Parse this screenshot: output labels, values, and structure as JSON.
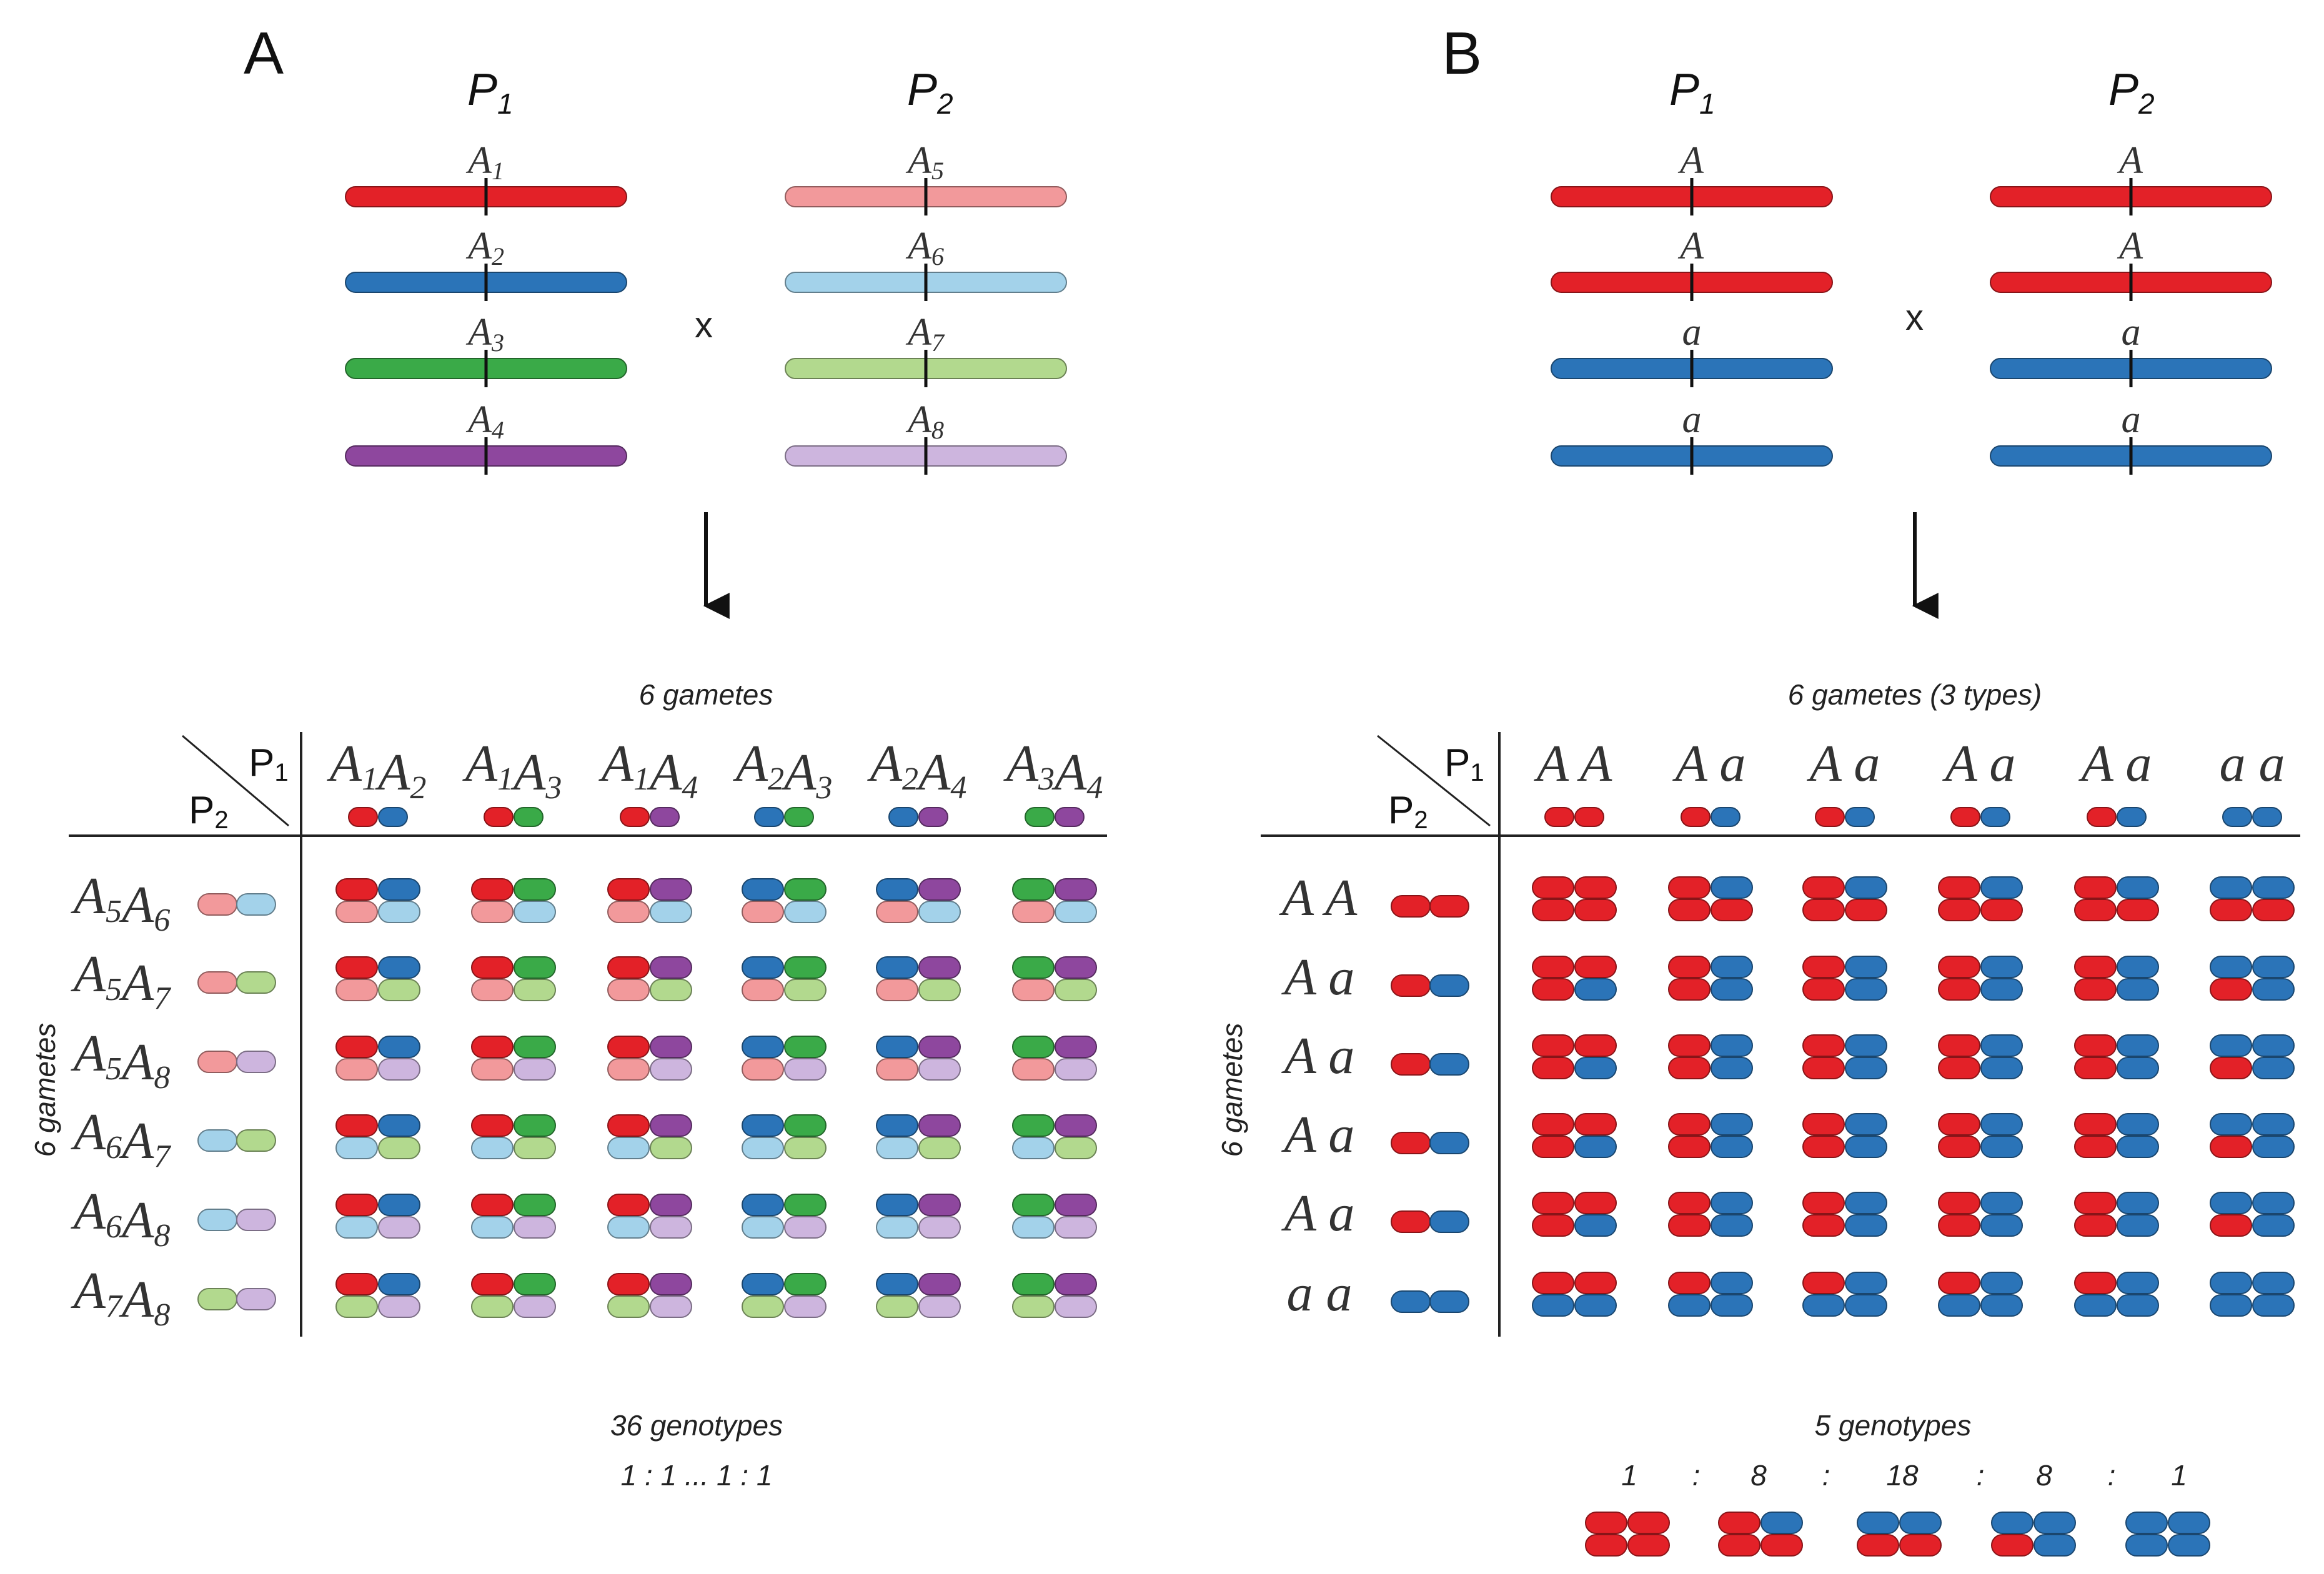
{
  "colors": {
    "A1": "#e32128",
    "A2": "#2b74b8",
    "A3": "#3aaa48",
    "A4": "#8e479e",
    "A5": "#f2999b",
    "A6": "#a3d2ea",
    "A7": "#b2d98e",
    "A8": "#cdb5de",
    "A": "#e32128",
    "a": "#2b74b8"
  },
  "panelA": {
    "letter": "A",
    "p1_label": "P",
    "p1_sub": "1",
    "p2_label": "P",
    "p2_sub": "2",
    "cross": "x",
    "p1_chromosomes": [
      {
        "name": "A",
        "sub": "1",
        "color_key": "A1"
      },
      {
        "name": "A",
        "sub": "2",
        "color_key": "A2"
      },
      {
        "name": "A",
        "sub": "3",
        "color_key": "A3"
      },
      {
        "name": "A",
        "sub": "4",
        "color_key": "A4"
      }
    ],
    "p2_chromosomes": [
      {
        "name": "A",
        "sub": "5",
        "color_key": "A5"
      },
      {
        "name": "A",
        "sub": "6",
        "color_key": "A6"
      },
      {
        "name": "A",
        "sub": "7",
        "color_key": "A7"
      },
      {
        "name": "A",
        "sub": "8",
        "color_key": "A8"
      }
    ],
    "gametes_caption_top": "6 gametes",
    "gametes_caption_side": "6 gametes",
    "corner_p1": "P",
    "corner_p1_sub": "1",
    "corner_p2": "P",
    "corner_p2_sub": "2",
    "col_gametes": [
      [
        "A1",
        "A2"
      ],
      [
        "A1",
        "A3"
      ],
      [
        "A1",
        "A4"
      ],
      [
        "A2",
        "A3"
      ],
      [
        "A2",
        "A4"
      ],
      [
        "A3",
        "A4"
      ]
    ],
    "row_gametes": [
      [
        "A5",
        "A6"
      ],
      [
        "A5",
        "A7"
      ],
      [
        "A5",
        "A8"
      ],
      [
        "A6",
        "A7"
      ],
      [
        "A6",
        "A8"
      ],
      [
        "A7",
        "A8"
      ]
    ],
    "result_line1": "36 genotypes",
    "result_line2": "1 : 1 ... 1 : 1"
  },
  "panelB": {
    "letter": "B",
    "p1_label": "P",
    "p1_sub": "1",
    "p2_label": "P",
    "p2_sub": "2",
    "cross": "x",
    "p1_chromosomes": [
      {
        "name": "A",
        "color_key": "A"
      },
      {
        "name": "A",
        "color_key": "A"
      },
      {
        "name": "a",
        "color_key": "a"
      },
      {
        "name": "a",
        "color_key": "a"
      }
    ],
    "p2_chromosomes": [
      {
        "name": "A",
        "color_key": "A"
      },
      {
        "name": "A",
        "color_key": "A"
      },
      {
        "name": "a",
        "color_key": "a"
      },
      {
        "name": "a",
        "color_key": "a"
      }
    ],
    "gametes_caption_top": "6 gametes (3 types)",
    "gametes_caption_side": "6 gametes",
    "corner_p1": "P",
    "corner_p1_sub": "1",
    "corner_p2": "P",
    "corner_p2_sub": "2",
    "col_gametes": [
      [
        "A",
        "A"
      ],
      [
        "A",
        "a"
      ],
      [
        "A",
        "a"
      ],
      [
        "A",
        "a"
      ],
      [
        "A",
        "a"
      ],
      [
        "a",
        "a"
      ]
    ],
    "row_gametes": [
      [
        "A",
        "A"
      ],
      [
        "A",
        "a"
      ],
      [
        "A",
        "a"
      ],
      [
        "A",
        "a"
      ],
      [
        "A",
        "a"
      ],
      [
        "a",
        "a"
      ]
    ],
    "result_line1": "5 genotypes",
    "ratio_items": [
      "1",
      ":",
      "8",
      ":",
      "18",
      ":",
      "8",
      ":",
      "1"
    ],
    "ratio_genotypes": [
      [
        "A",
        "A",
        "A",
        "A"
      ],
      [
        "A",
        "a",
        "A",
        "A"
      ],
      [
        "a",
        "a",
        "A",
        "A"
      ],
      [
        "a",
        "a",
        "A",
        "a"
      ],
      [
        "a",
        "a",
        "a",
        "a"
      ]
    ]
  }
}
